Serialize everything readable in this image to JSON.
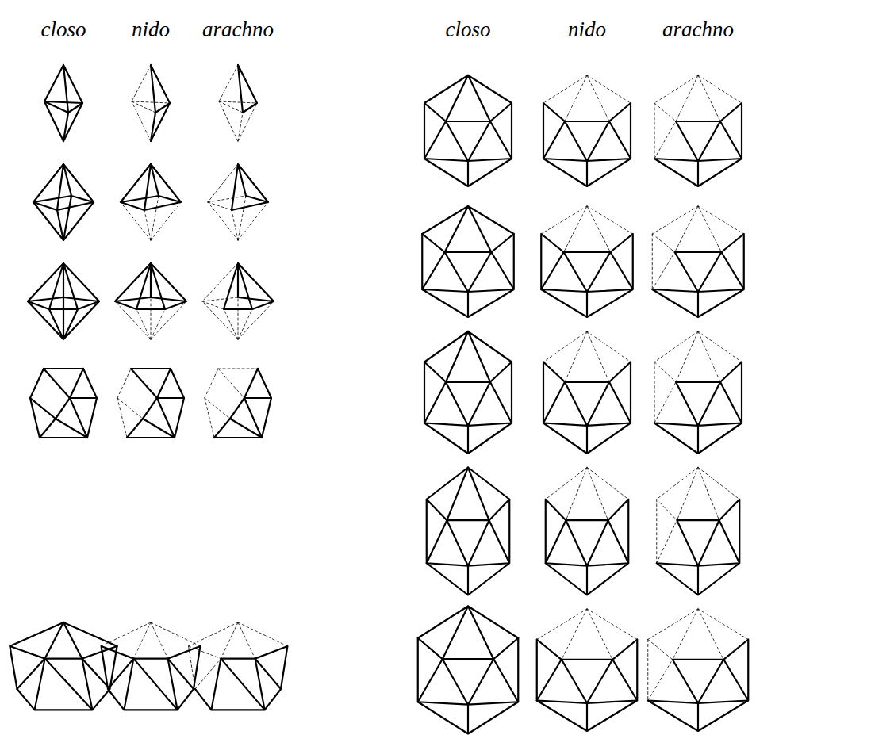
{
  "diagram": {
    "labels": [
      "closo",
      "nido",
      "arachno",
      "closo",
      "nido",
      "arachno"
    ]
  }
}
